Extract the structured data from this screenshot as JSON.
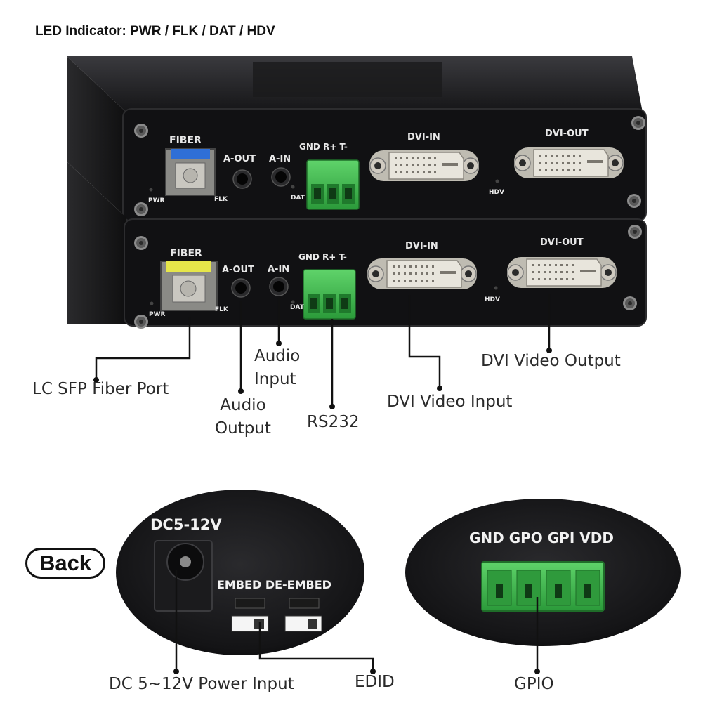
{
  "header": {
    "led_indicator": "LED Indicator: PWR / FLK / DAT / HDV"
  },
  "top_unit": {
    "fiber": "FIBER",
    "a_out": "A-OUT",
    "a_in": "A-IN",
    "rs232_pins": "GND R+ T-",
    "dvi_in": "DVI-IN",
    "dvi_out": "DVI-OUT",
    "pwr": "PWR",
    "flk": "FLK",
    "dat": "DAT",
    "hdv": "HDV"
  },
  "bottom_unit": {
    "fiber": "FIBER",
    "a_out": "A-OUT",
    "a_in": "A-IN",
    "rs232_pins": "GND R+ T-",
    "dvi_in": "DVI-IN",
    "dvi_out": "DVI-OUT",
    "pwr": "PWR",
    "flk": "FLK",
    "dat": "DAT",
    "hdv": "HDV"
  },
  "callouts": {
    "lc_sfp": "LC SFP Fiber Port",
    "audio_output_1": "Audio",
    "audio_output_2": "Output",
    "audio_input_1": "Audio",
    "audio_input_2": "Input",
    "rs232": "RS232",
    "dvi_video_input": "DVI Video Input",
    "dvi_video_output": "DVI Video Output"
  },
  "back": {
    "label": "Back",
    "power_label": "DC5-12V",
    "switch_labels": "EMBED DE-EMBED",
    "gpio_pins": "GND GPO GPI VDD",
    "callout_power": "DC 5~12V Power Input",
    "callout_edid": "EDID",
    "callout_gpio": "GPIO"
  },
  "colors": {
    "chassis": "#1c1c1e",
    "panel": "#101012",
    "terminal_green": "#3cb04a",
    "sfp_blue": "#2f6fd6",
    "sfp_yellow": "#e6e64a",
    "dvi_connector": "#d9d6cc"
  }
}
